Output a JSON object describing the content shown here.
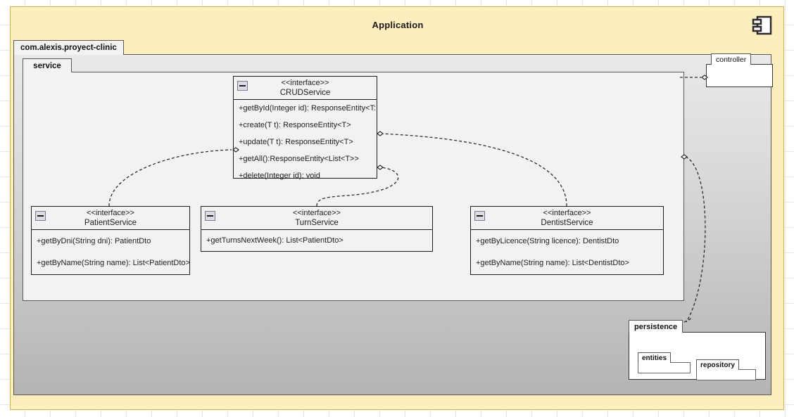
{
  "diagram": {
    "title": "Application",
    "component_icon": "component-icon"
  },
  "packages": {
    "root": {
      "label": "com.alexis.proyect-clinic"
    },
    "service": {
      "label": "service"
    },
    "controller": {
      "label": "controller"
    },
    "persistence": {
      "label": "persistence",
      "subpackages": [
        {
          "label": "entities"
        },
        {
          "label": "repository"
        }
      ]
    }
  },
  "interfaces": [
    {
      "id": "crud",
      "stereotype": "<<interface>>",
      "name": "CRUDService",
      "collapse_icon": "minus-icon",
      "members": [
        "+getById(Integer id): ResponseEntity<T:",
        "+create(T t): ResponseEntity<T>",
        "+update(T t): ResponseEntity<T>",
        "+getAll():ResponseEntity<List<T>>",
        "+delete(Integer id): void"
      ]
    },
    {
      "id": "patient",
      "stereotype": "<<interface>>",
      "name": "PatientService",
      "collapse_icon": "minus-icon",
      "members": [
        "+getByDni(String dni): PatientDto",
        "+getByName(String name): List<PatientDto>"
      ]
    },
    {
      "id": "turn",
      "stereotype": "<<interface>>",
      "name": "TurnService",
      "collapse_icon": "minus-icon",
      "members": [
        "+getTurnsNextWeek(): List<PatientDto>"
      ]
    },
    {
      "id": "dentist",
      "stereotype": "<<interface>>",
      "name": "DentistService",
      "collapse_icon": "minus-icon",
      "members": [
        "+getByLicence(String licence): DentistDto",
        "+getByName(String name): List<DentistDto>"
      ]
    }
  ],
  "colors": {
    "component_fill": "#fdeebd",
    "component_border": "#d6b14a",
    "package_fill": "#f2f2f2",
    "package_border": "#585858",
    "canvas": "#ffffff",
    "grid": "#e8e8e8"
  }
}
